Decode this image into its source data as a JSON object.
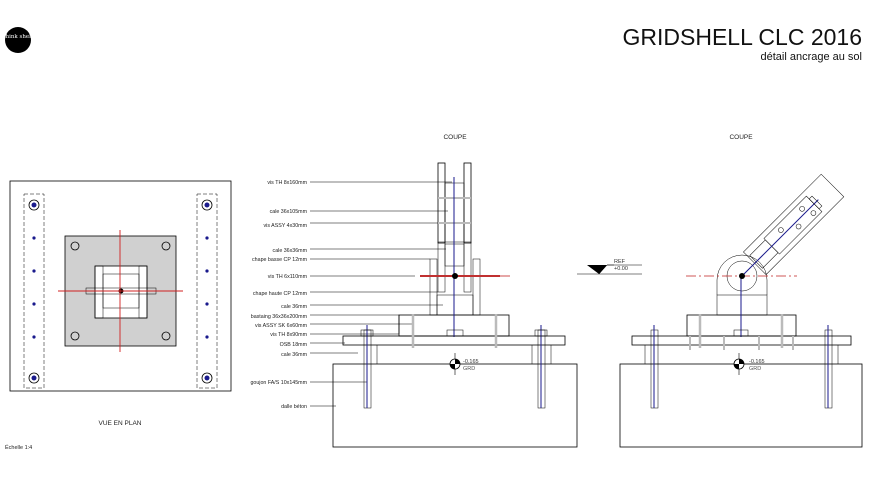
{
  "header": {
    "logo_text": "think shell",
    "title": "GRIDSHELL CLC 2016",
    "subtitle": "détail ancrage au sol"
  },
  "plan_view": {
    "caption": "VUE EN PLAN",
    "scale": "Échelle 1:4"
  },
  "section_left": {
    "caption": "COUPE",
    "labels": [
      "vis TH 8x160mm",
      "cale 36x105mm",
      "vis ASSY 4x30mm",
      "cale 36x36mm",
      "chape basse CP 12mm",
      "vis TH 6x110mm",
      "chape haute CP 12mm",
      "cale 36mm",
      "bastaing 36x36x200mm",
      "vis ASSY SK 6x60mm",
      "vis TH 8x90mm",
      "OSB 18mm",
      "cale 36mm",
      "goujon FA/S 10x145mm",
      "dalle béton"
    ],
    "level_value": "-0.165",
    "level_label": "GRD"
  },
  "section_right": {
    "caption": "COUPE",
    "ref_label": "REF",
    "ref_value": "+0.00",
    "level_value": "-0.165",
    "level_label": "GRD"
  },
  "colors": {
    "rod": "#1a1a8c",
    "axis": "#d02020",
    "plate_grey": "#d0d0d0"
  }
}
